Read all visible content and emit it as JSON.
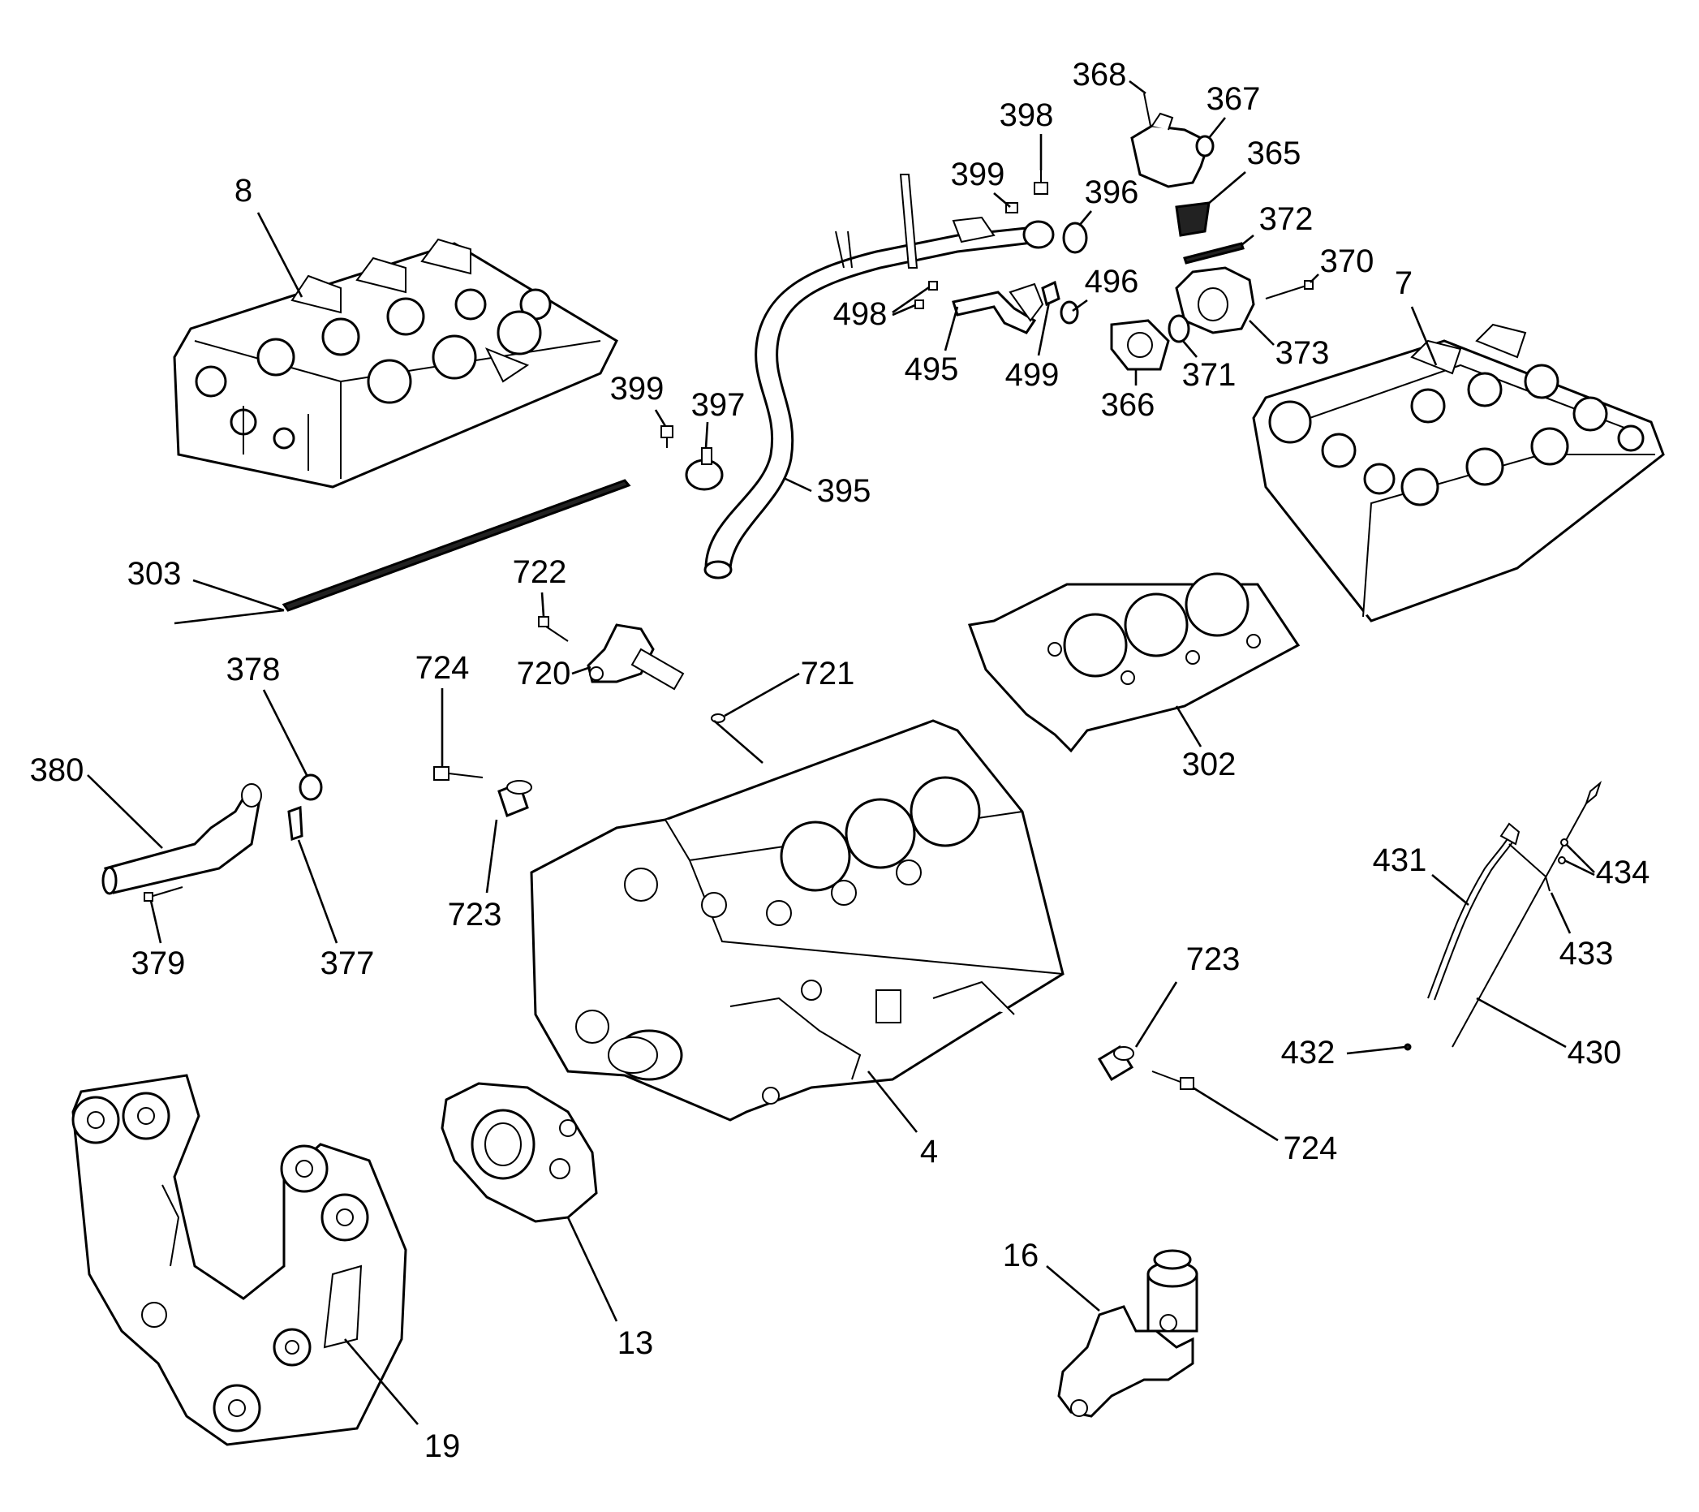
{
  "callouts": [
    {
      "id": "c8",
      "label": "8"
    },
    {
      "id": "c368",
      "label": "368"
    },
    {
      "id": "c367",
      "label": "367"
    },
    {
      "id": "c398",
      "label": "398"
    },
    {
      "id": "c365",
      "label": "365"
    },
    {
      "id": "c399a",
      "label": "399"
    },
    {
      "id": "c396",
      "label": "396"
    },
    {
      "id": "c372",
      "label": "372"
    },
    {
      "id": "c370",
      "label": "370"
    },
    {
      "id": "c496",
      "label": "496"
    },
    {
      "id": "c7",
      "label": "7"
    },
    {
      "id": "c498",
      "label": "498"
    },
    {
      "id": "c495",
      "label": "495"
    },
    {
      "id": "c499",
      "label": "499"
    },
    {
      "id": "c371",
      "label": "371"
    },
    {
      "id": "c373",
      "label": "373"
    },
    {
      "id": "c366",
      "label": "366"
    },
    {
      "id": "c399b",
      "label": "399"
    },
    {
      "id": "c397",
      "label": "397"
    },
    {
      "id": "c395",
      "label": "395"
    },
    {
      "id": "c303",
      "label": "303"
    },
    {
      "id": "c722",
      "label": "722"
    },
    {
      "id": "c378",
      "label": "378"
    },
    {
      "id": "c724a",
      "label": "724"
    },
    {
      "id": "c720",
      "label": "720"
    },
    {
      "id": "c721",
      "label": "721"
    },
    {
      "id": "c302",
      "label": "302"
    },
    {
      "id": "c380",
      "label": "380"
    },
    {
      "id": "c431",
      "label": "431"
    },
    {
      "id": "c434",
      "label": "434"
    },
    {
      "id": "c723a",
      "label": "723"
    },
    {
      "id": "c379",
      "label": "379"
    },
    {
      "id": "c377",
      "label": "377"
    },
    {
      "id": "c433",
      "label": "433"
    },
    {
      "id": "c723b",
      "label": "723"
    },
    {
      "id": "c432",
      "label": "432"
    },
    {
      "id": "c430",
      "label": "430"
    },
    {
      "id": "c4",
      "label": "4"
    },
    {
      "id": "c724b",
      "label": "724"
    },
    {
      "id": "c16",
      "label": "16"
    },
    {
      "id": "c13",
      "label": "13"
    },
    {
      "id": "c19",
      "label": "19"
    }
  ]
}
